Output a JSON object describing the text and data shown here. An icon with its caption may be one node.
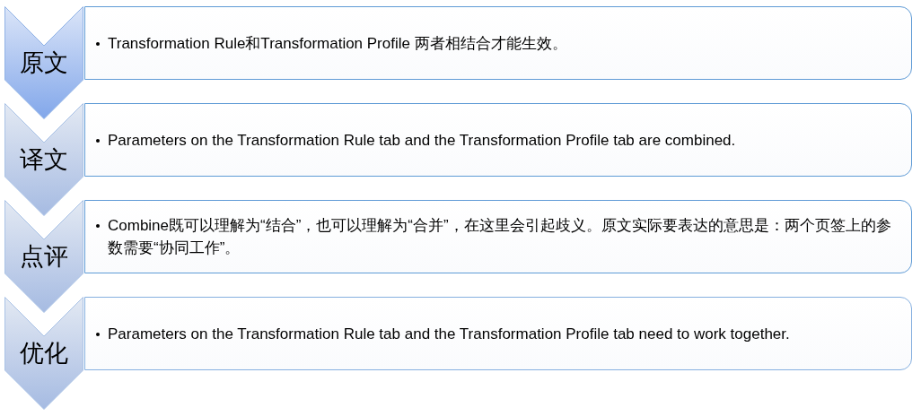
{
  "diagram": {
    "nodes": [
      {
        "text": [
          "原文"
        ]
      },
      {
        "text": [
          "Transformation Rule和Transformation Profile 两者相结合才能生效。"
        ]
      },
      {
        "text": [
          "译文"
        ]
      },
      {
        "text": [
          "Parameters on the Transformation Rule tab and the Transformation Profile tab are combined."
        ]
      },
      {
        "text": [
          "点评"
        ]
      },
      {
        "text": [
          "Combine既可以理解为“结合”，也可以理解为“合并”，在这里会引起歧义。原文实际要表达的意思是：两个页签上的参数需要“协同工作”。"
        ]
      },
      {
        "text": [
          "优化"
        ]
      },
      {
        "text": [
          "Parameters on the Transformation Rule tab and the Transformation Profile tab need to work together."
        ]
      }
    ]
  }
}
